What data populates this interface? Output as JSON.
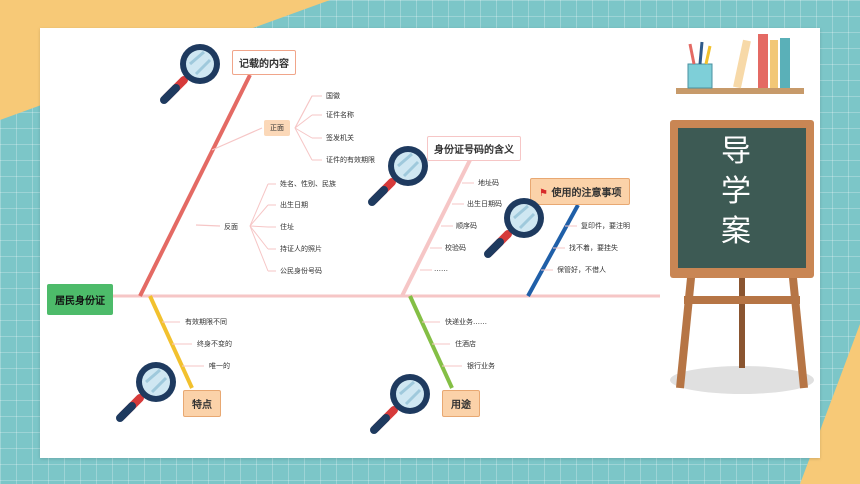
{
  "root": "居民身份证",
  "branch_content": {
    "title": "记载的内容",
    "front": {
      "label": "正面",
      "items": [
        "国徽",
        "证件名称",
        "签发机关",
        "证件的有效期限"
      ]
    },
    "back": {
      "label": "反面",
      "items": [
        "姓名、性别、民族",
        "出生日期",
        "住址",
        "持证人的照片",
        "公民身份号码"
      ]
    }
  },
  "branch_number": {
    "title": "身份证号码的含义",
    "items": [
      "地址码",
      "出生日期码",
      "顺序码",
      "校验码",
      "……"
    ]
  },
  "branch_notes": {
    "title": "使用的注意事项",
    "items": [
      "复印件，要注明",
      "找不着，要挂失",
      "保管好，不借人"
    ]
  },
  "branch_features": {
    "title": "特点",
    "items": [
      "有效期限不同",
      "终身不变的",
      "唯一的"
    ]
  },
  "branch_uses": {
    "title": "用途",
    "items": [
      "快递业务……",
      "住酒店",
      "银行业务"
    ]
  },
  "blackboard": [
    "导",
    "学",
    "案"
  ],
  "colors": {
    "red": "#e46a64",
    "pink": "#f6c6c6",
    "blue": "#1f5fa8",
    "yellow": "#f2c12e",
    "green": "#84bf45",
    "accent_orange": "#f7c977",
    "bg_teal": "#7cc6c8"
  }
}
